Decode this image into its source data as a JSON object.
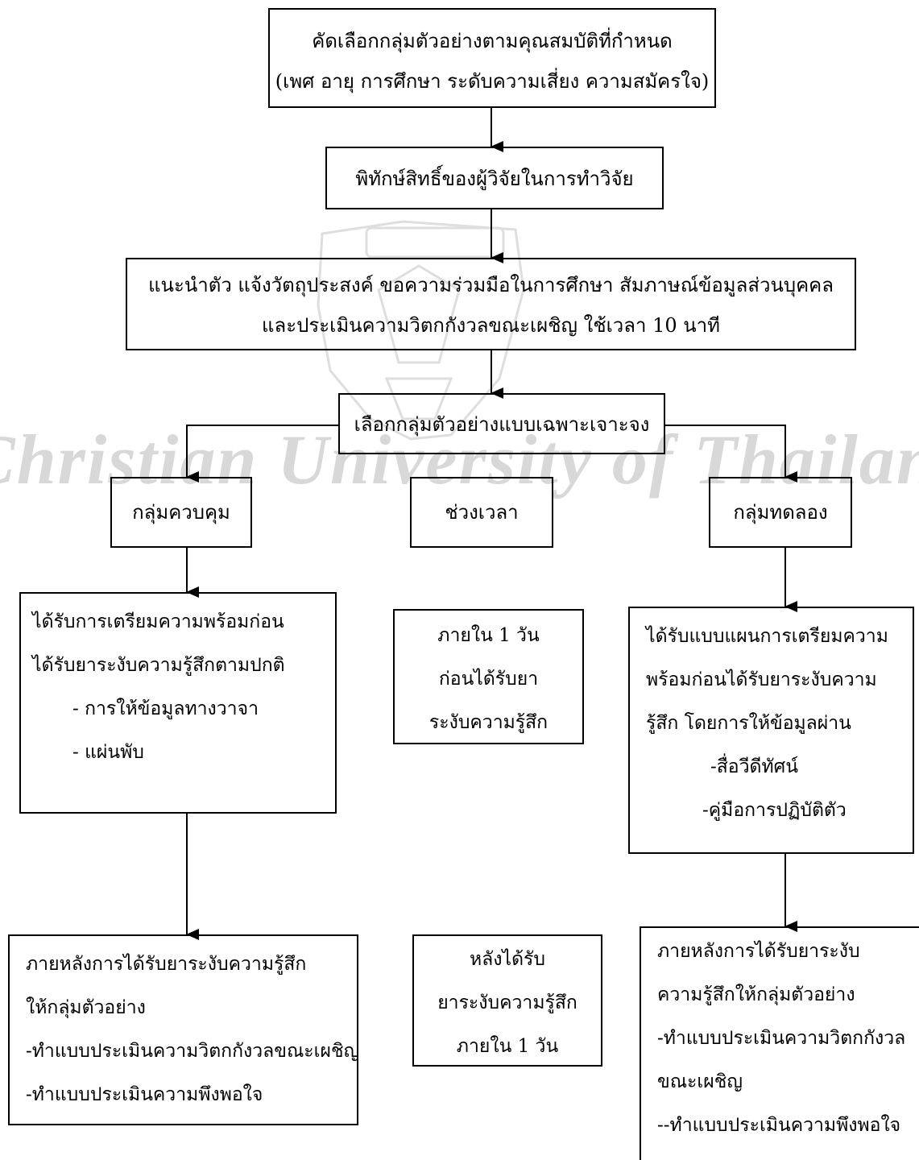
{
  "watermark": {
    "text": "Christian University of Thailand"
  },
  "steps": {
    "select": [
      "คัดเลือกกลุ่มตัวอย่างตามคุณสมบัติที่กำหนด",
      "(เพศ อายุ การศึกษา ระดับความเสี่ยง ความสมัครใจ)"
    ],
    "rights": "พิทักษ์สิทธิ์ของผู้วิจัยในการทำวิจัย",
    "intro": [
      "แนะนำตัว แจ้งวัตถุประสงค์ ขอความร่วมมือในการศึกษา สัมภาษณ์ข้อมูลส่วนบุคคล",
      "และประเมินความวิตกกังวลขณะเผชิญ ใช้เวลา 10 นาที"
    ],
    "purposive": "เลือกกลุ่มตัวอย่างแบบเฉพาะเจาะจง"
  },
  "groups": {
    "control": "กลุ่มควบคุม",
    "period": "ช่วงเวลา",
    "experimental": "กลุ่มทดลอง"
  },
  "before": {
    "control": [
      "ได้รับการเตรียมความพร้อมก่อน",
      "ได้รับยาระงับความรู้สึกตามปกติ",
      "- การให้ข้อมูลทางวาจา",
      "- แผ่นพับ"
    ],
    "period": [
      "ภายใน 1 วัน",
      "ก่อนได้รับยา",
      "ระงับความรู้สึก"
    ],
    "experimental": [
      "ได้รับแบบแผนการเตรียมความ",
      "พร้อมก่อนได้รับยาระงับความ",
      "รู้สึก โดยการให้ข้อมูลผ่าน",
      "-สื่อวีดีทัศน์",
      "-คู่มือการปฏิบัติตัว"
    ]
  },
  "after": {
    "control": [
      "ภายหลังการได้รับยาระงับความรู้สึก",
      "ให้กลุ่มตัวอย่าง",
      "-ทำแบบประเมินความวิตกกังวลขณะเผชิญ",
      "-ทำแบบประเมินความพึงพอใจ"
    ],
    "period": [
      "หลังได้รับ",
      "ยาระงับความรู้สึก",
      "ภายใน 1 วัน"
    ],
    "experimental": [
      "ภายหลังการได้รับยาระงับ",
      "ความรู้สึกให้กลุ่มตัวอย่าง",
      "-ทำแบบประเมินความวิตกกังวล",
      "ขณะเผชิญ",
      "--ทำแบบประเมินความพึงพอใจ"
    ]
  },
  "colors": {
    "line": "#000000",
    "watermark": "#d6d6d6"
  }
}
